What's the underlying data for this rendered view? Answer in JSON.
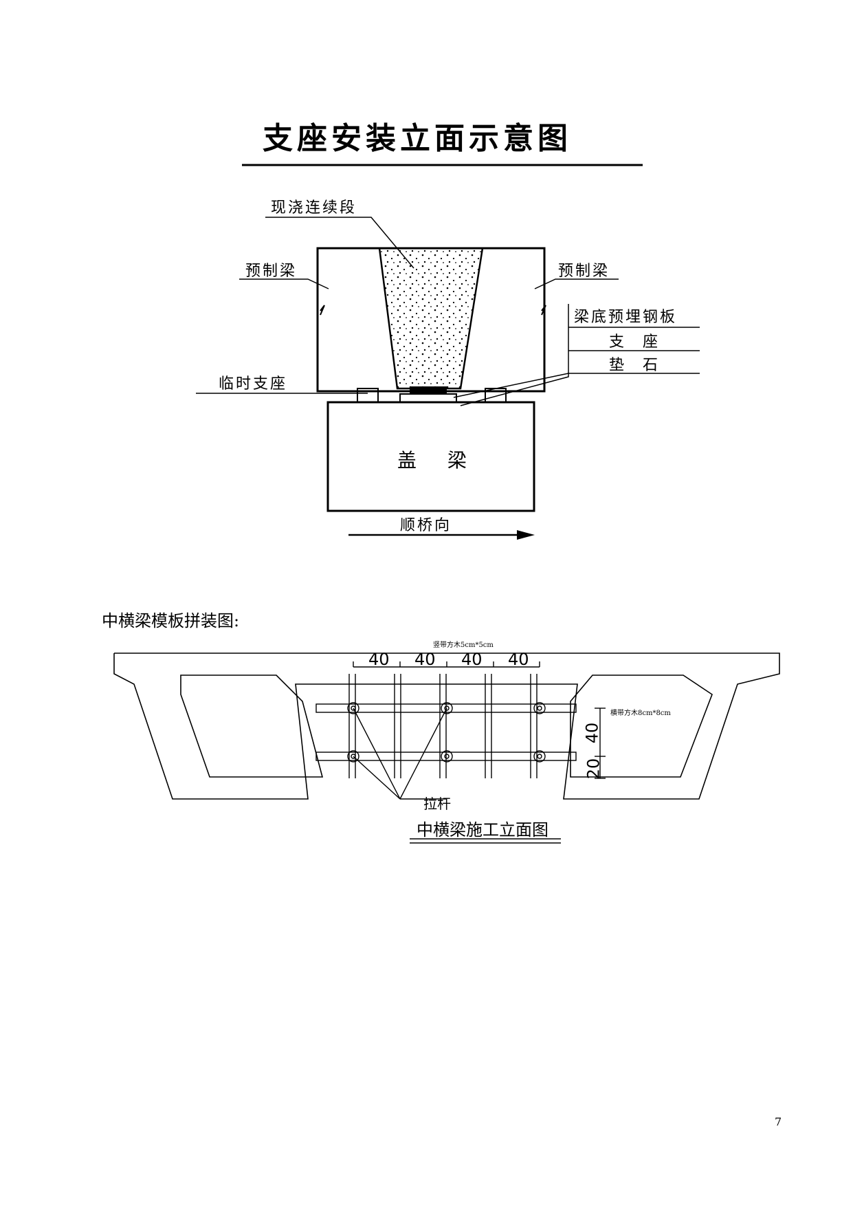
{
  "figure1": {
    "title": "支座安装立面示意图",
    "labels": {
      "cast_segment": "现浇连续段",
      "precast_left": "预制梁",
      "precast_right": "预制梁",
      "embedded_plate": "梁底预埋钢板",
      "bearing": "支 座",
      "pad_stone": "垫 石",
      "temp_bearing": "临时支座",
      "cap_beam": "盖 梁",
      "direction": "顺桥向"
    }
  },
  "section_heading": "中横梁模板拼装图:",
  "figure2": {
    "top_note": "竖带方木5cm*5cm",
    "dims_top": [
      "40",
      "40",
      "40",
      "40"
    ],
    "side_note": "横带方木8cm*8cm",
    "dim_vertical_upper": "40",
    "dim_vertical_lower": "20",
    "tie_rod": "拉杆",
    "title": "中横梁施工立面图"
  },
  "page_number": "7"
}
